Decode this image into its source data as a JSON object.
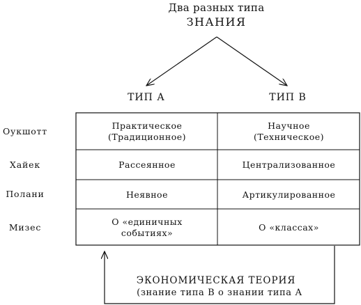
{
  "title": {
    "line1": "Два разных типа",
    "line2": "ЗНАНИЯ"
  },
  "types": {
    "a": "ТИП А",
    "b": "ТИП В"
  },
  "rows": [
    {
      "label": "Оукшотт",
      "a": "Практическое\n(Традиционное)",
      "b": "Научное\n(Техническое)"
    },
    {
      "label": "Хайек",
      "a": "Рассеянное",
      "b": "Централизованное"
    },
    {
      "label": "Полани",
      "a": "Неявное",
      "b": "Артикулированное"
    },
    {
      "label": "Мизес",
      "a": "О «единичных\nсобытиях»",
      "b": "О «классах»"
    }
  ],
  "footer": {
    "line1": "ЭКОНОМИЧЕСКАЯ ТЕОРИЯ",
    "line2": "(знание типа В о знании типа А"
  }
}
